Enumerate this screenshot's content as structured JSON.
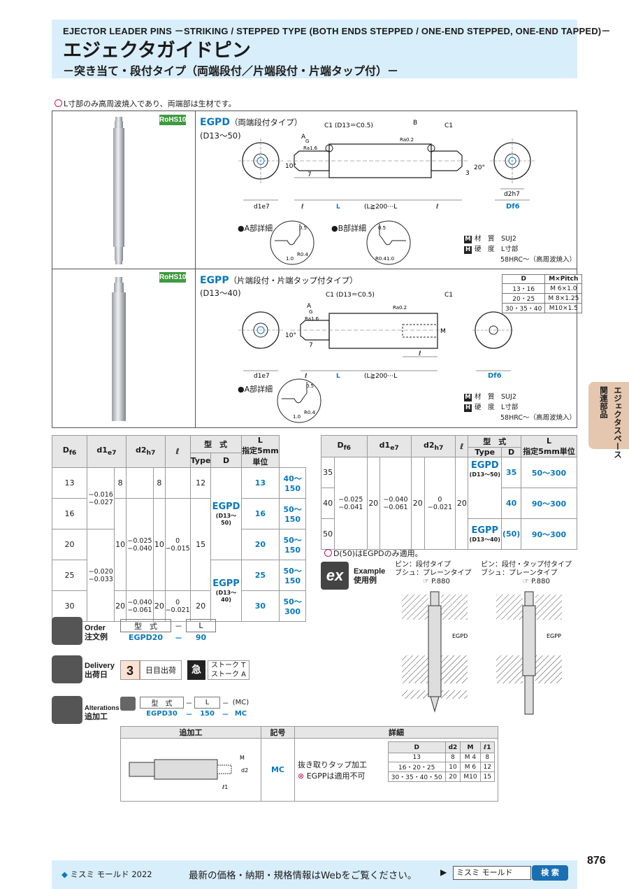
{
  "header": {
    "en_title": "EJECTOR LEADER PINS －STRIKING / STEPPED TYPE (BOTH ENDS STEPPED / ONE-END STEPPED, ONE-END TAPPED)－",
    "jp_title": "エジェクタガイドピン",
    "jp_sub": "－突き当て・段付タイプ（両端段付／片端段付・片端タップ付）－"
  },
  "note_top": "L寸部のみ高周波焼入であり、両端部は生材です。",
  "products": [
    {
      "rohs": "RoHS10",
      "code": "EGPD",
      "name": "（両端段付タイプ）",
      "range": "(D13～50)",
      "labels": {
        "A": "A",
        "B": "B",
        "C1a": "C1 (D13＝C0.5)",
        "C1b": "C1",
        "ten": "10°",
        "twenty": "20°",
        "seven": "7",
        "three": "3",
        "Dsym": "Df6",
        "dsym": "d1e7",
        "dsym2": "d2h7",
        "Ldim": "L",
        "Lnote": "(L≧200⋯L",
        "G": "G",
        "ra16": "Ra1.6",
        "ra02": "Ra0.2",
        "l1": "ℓ",
        "l2": "ℓ"
      },
      "details": [
        {
          "title": "●A部詳細",
          "a": "0.5",
          "b": "1.0",
          "r": "R0.4"
        },
        {
          "title": "●B部詳細",
          "a": "0.5",
          "b": "1.0",
          "r": "R0.4"
        }
      ],
      "spec": {
        "material_k": "M",
        "material_label": "材　質",
        "material": "SUJ2",
        "hard_k": "H",
        "hard_label": "硬　度",
        "hard": "L寸部",
        "hard2": "58HRC～（高周波焼入）"
      }
    },
    {
      "rohs": "RoHS10",
      "code": "EGPP",
      "name": "（片端段付・片端タップ付タイプ）",
      "range": "(D13～40)",
      "labels": {
        "A": "A",
        "C1a": "C1 (D13＝C0.5)",
        "C1b": "C1",
        "ten": "10°",
        "seven": "7",
        "M": "M",
        "Dsym": "Df6",
        "dsym": "d1e7",
        "Ldim": "L",
        "Lnote": "(L≧200⋯L",
        "G": "G",
        "ra16": "Ra1.6",
        "ra02": "Ra0.2",
        "l1": "ℓ",
        "l2": "ℓ"
      },
      "details": [
        {
          "title": "●A部詳細",
          "a": "0.5",
          "b": "1.0",
          "r": "R0.4"
        }
      ],
      "spec": {
        "material_k": "M",
        "material_label": "材　質",
        "material": "SUJ2",
        "hard_k": "H",
        "hard_label": "硬　度",
        "hard": "L寸部",
        "hard2": "58HRC～（高周波焼入）"
      },
      "pitch_table": {
        "headers": [
          "D",
          "M×Pitch"
        ],
        "rows": [
          [
            "13・16",
            "M 6×1.0"
          ],
          [
            "20・25",
            "M 8×1.25"
          ],
          [
            "30・35・40",
            "M10×1.5"
          ]
        ]
      }
    }
  ],
  "side_tab": [
    "エジェクタスペース",
    "関連部品"
  ],
  "dim_table_left": {
    "headers": {
      "D": "D",
      "Dsub": "f6",
      "d1": "d1",
      "d1sub": "e7",
      "d2": "d2",
      "d2sub": "h7",
      "l": "ℓ",
      "type_top": "型　式",
      "type": "Type",
      "Dcol": "D",
      "L_top": "L",
      "L_sub": "指定5mm単位"
    },
    "rows": [
      {
        "D": "13",
        "L": "40～150",
        "Dv": "13"
      },
      {
        "D": "16",
        "L": "50～150",
        "Dv": "16"
      },
      {
        "D": "20",
        "L": "50～150",
        "Dv": "20"
      },
      {
        "D": "25",
        "L": "50～150",
        "Dv": "25"
      },
      {
        "D": "30",
        "L": "50～300",
        "Dv": "30"
      }
    ],
    "tol_D1": "−0.016\n−0.027",
    "tol_D2": "−0.020\n−0.033",
    "d1_a": "8",
    "d1_b": "10",
    "d1_c": "20",
    "tol_d1_a": "−0.025\n−0.040",
    "tol_d1_b": "−0.040\n−0.061",
    "d2_a": "8",
    "d2_b": "10",
    "d2_c": "20",
    "tol_d2_a": "0\n−0.015",
    "tol_d2_b": "0\n−0.021",
    "l_a": "12",
    "l_b": "15",
    "l_c": "20",
    "type1": "EGPD",
    "type1_sub": "(D13～50)",
    "type2": "EGPP",
    "type2_sub": "(D13～40)"
  },
  "dim_table_right": {
    "headers": {
      "D": "D",
      "Dsub": "f6",
      "d1": "d1",
      "d1sub": "e7",
      "d2": "d2",
      "d2sub": "h7",
      "l": "ℓ",
      "type_top": "型　式",
      "type": "Type",
      "Dcol": "D",
      "L_top": "L",
      "L_sub": "指定5mm単位"
    },
    "D_vals": [
      "35",
      "40",
      "50"
    ],
    "tol_D": "−0.025\n−0.041",
    "d1": "20",
    "tol_d1": "−0.040\n−0.061",
    "d2": "20",
    "tol_d2": "0\n−0.021",
    "l": "20",
    "rows": [
      {
        "type": "EGPD",
        "type_sub": "(D13～50)",
        "Dv": "35",
        "L": "50～300"
      },
      {
        "type": "",
        "type_sub": "",
        "Dv": "40",
        "L": "90～300"
      },
      {
        "type": "EGPP",
        "type_sub": "(D13～40)",
        "Dv": "(50)",
        "L": "90～300"
      }
    ]
  },
  "note_mid": "D(50)はEGPDのみ適用。",
  "example": {
    "label_en": "Example",
    "label_jp": "使用例",
    "col1_l1": "ピン：段付タイプ",
    "col1_l2": "ブシュ：プレーンタイプ",
    "col1_ref": "P.880",
    "col2_l1": "ピン：段付・タップ付タイプ",
    "col2_l2": "ブシュ：プレーンタイプ",
    "col2_ref": "P.880",
    "pin1": "EGPD",
    "pin2": "EGPP"
  },
  "order": {
    "label_en": "Order",
    "label_jp": "注文例",
    "h1": "型　式",
    "dash": "－",
    "h2": "L",
    "v1": "EGPD20",
    "v2": "90"
  },
  "delivery": {
    "label_en": "Delivery",
    "label_jp": "出荷日",
    "days": "3",
    "days_label": "日目出荷",
    "express": "急",
    "stroke_t": "ストーク T",
    "stroke_a": "ストーク A"
  },
  "alterations": {
    "label_en": "Alterations",
    "label_jp": "追加工",
    "h1": "型　式",
    "h2": "L",
    "h3": "(MC)",
    "v1": "EGPD30",
    "v2": "150",
    "v3": "MC",
    "table_headers": [
      "追加工",
      "記号",
      "詳細"
    ],
    "code": "MC",
    "detail1": "抜き取りタップ加工",
    "detail2": "EGPPは適用不可",
    "fig_M": "M",
    "fig_l1": "ℓ1",
    "fig_d2": "d2",
    "sub_headers": [
      "D",
      "d2",
      "M",
      "ℓ1"
    ],
    "sub_rows": [
      [
        "13",
        "8",
        "M 4",
        "8"
      ],
      [
        "16・20・25",
        "10",
        "M 6",
        "12"
      ],
      [
        "30・35・40・50",
        "20",
        "M10",
        "15"
      ]
    ]
  },
  "footer": {
    "brand": "ミスミ モールド 2022",
    "message": "最新の価格・納期・規格情報はWebをご覧ください。",
    "search_value": "ミスミ モールド",
    "search_button": "検 索",
    "page": "876"
  }
}
